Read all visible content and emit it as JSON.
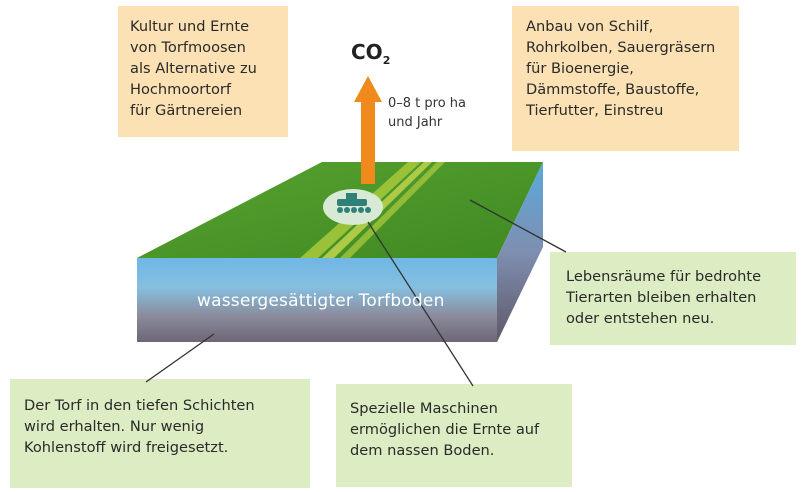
{
  "co2": {
    "symbol": "CO",
    "subscript": "2",
    "rate": "0–8 t pro ha\nund Jahr"
  },
  "soil_label": "wassergesättigter Torfboden",
  "boxes": {
    "top_left": "Kultur und Ernte\nvon Torfmoosen\nals Alternative zu\nHochmoortorf\nfür Gärtnereien",
    "top_right": "Anbau von Schilf,\nRohrkolben, Sauergräsern\nfür Bioenergie,\nDämmstoffe, Baustoffe,\nTierfutter, Einstreu",
    "middle_right": "Lebensräume für bedrohte\nTierarten bleiben erhalten\noder entstehen neu.",
    "bottom_left": "Der Torf in den tiefen Schichten\nwird erhalten. Nur wenig\nKohlenstoff wird freigesetzt.",
    "bottom_center": "Spezielle Maschinen\nermöglichen die Ernte auf\ndem nassen Boden."
  },
  "colors": {
    "peach_box": "#fbe1b4",
    "green_box": "#dcecc3",
    "arrow": "#f18a1c",
    "grass": "#4f9a2c",
    "water": "#7ec2ea",
    "soil": "#7a7383"
  },
  "icons": {
    "arrow": "co2-emission-arrow",
    "machine": "harvesting-machine-icon"
  }
}
